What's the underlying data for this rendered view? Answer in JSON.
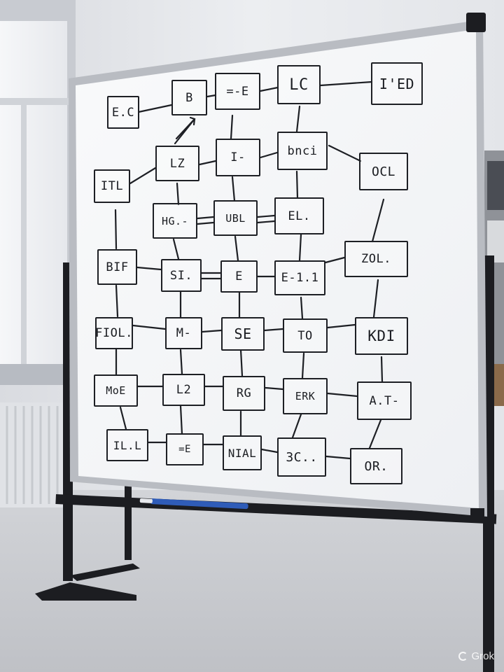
{
  "scene": {
    "description_items": [
      "whiteboard",
      "marker"
    ],
    "colors": {
      "wall": "#e8e9ec",
      "floor": "#c9cbcf",
      "board": "#f7f8fa",
      "frame": "#b9bcc2",
      "stand": "#1c1d21",
      "marker": "#2f5cb8"
    }
  },
  "board": {
    "nodes": [
      {
        "id": "n1",
        "label": "E.C"
      },
      {
        "id": "n2",
        "label": "B"
      },
      {
        "id": "n3",
        "label": "=-E"
      },
      {
        "id": "n4",
        "label": "LC"
      },
      {
        "id": "n5",
        "label": "I'ED"
      },
      {
        "id": "n6",
        "label": "ITL"
      },
      {
        "id": "n7",
        "label": "LZ"
      },
      {
        "id": "n8",
        "label": "I-"
      },
      {
        "id": "n9",
        "label": "bnci"
      },
      {
        "id": "n10",
        "label": "OCL"
      },
      {
        "id": "n11",
        "label": "HG.-"
      },
      {
        "id": "n12",
        "label": "UBL"
      },
      {
        "id": "n13",
        "label": "EL."
      },
      {
        "id": "n14",
        "label": "BIF"
      },
      {
        "id": "n15",
        "label": "SI."
      },
      {
        "id": "n16",
        "label": "E"
      },
      {
        "id": "n17",
        "label": "E-1.1"
      },
      {
        "id": "n18",
        "label": "ZOL."
      },
      {
        "id": "n19",
        "label": "FIOL."
      },
      {
        "id": "n20",
        "label": "M-"
      },
      {
        "id": "n21",
        "label": "SE"
      },
      {
        "id": "n22",
        "label": "TO"
      },
      {
        "id": "n23",
        "label": "KDI"
      },
      {
        "id": "n24",
        "label": "MoE"
      },
      {
        "id": "n25",
        "label": "L2"
      },
      {
        "id": "n26",
        "label": "RG"
      },
      {
        "id": "n27",
        "label": "ERK"
      },
      {
        "id": "n28",
        "label": "A.T-"
      },
      {
        "id": "n29",
        "label": "IL.L"
      },
      {
        "id": "n30",
        "label": "=E"
      },
      {
        "id": "n31",
        "label": "NIAL"
      },
      {
        "id": "n32",
        "label": "3C.."
      },
      {
        "id": "n33",
        "label": "OR."
      }
    ]
  },
  "watermark": {
    "text": "Grok"
  }
}
